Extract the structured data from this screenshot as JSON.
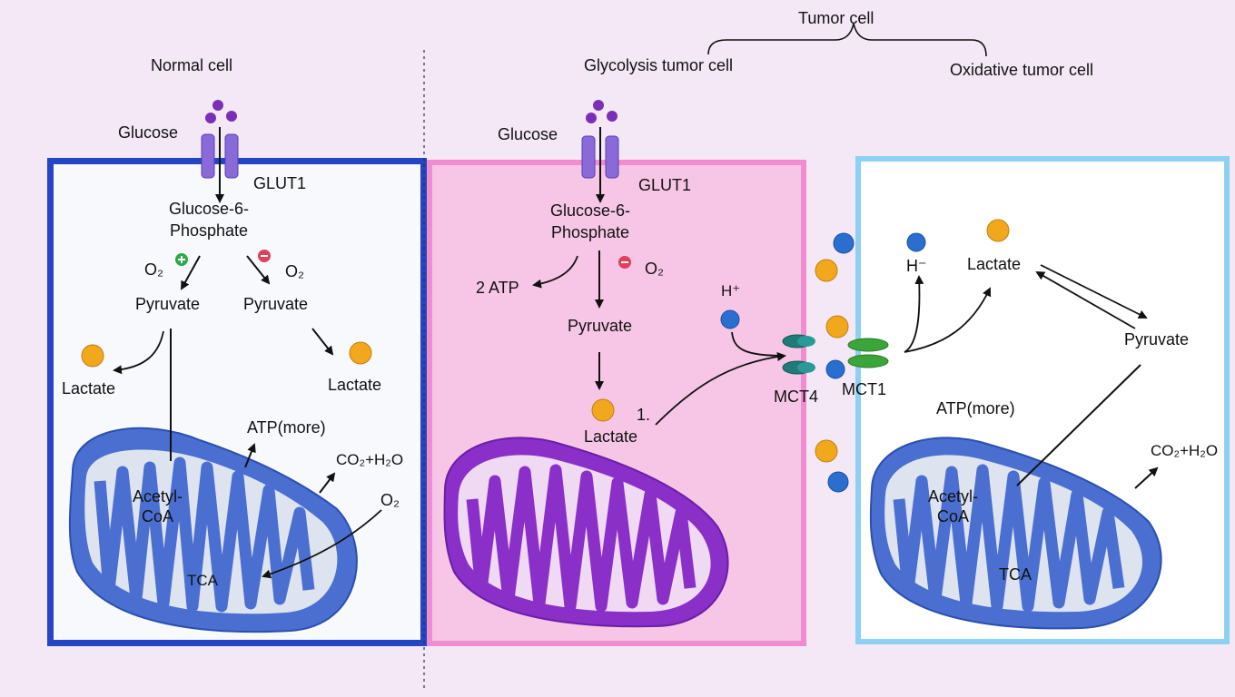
{
  "titles": {
    "tumor_cell": "Tumor cell",
    "normal_cell": "Normal cell",
    "glycolysis_tumor_cell": "Glycolysis tumor cell",
    "oxidative_tumor_cell": "Oxidative tumor cell"
  },
  "normal": {
    "glucose": "Glucose",
    "glut1": "GLUT1",
    "g6p_line1": "Glucose-6-",
    "g6p_line2": "Phosphate",
    "o2_left": "O₂",
    "o2_right": "O₂",
    "pyruvate_left": "Pyruvate",
    "pyruvate_right": "Pyruvate",
    "lactate_left": "Lactate",
    "lactate_right": "Lactate",
    "atp_more": "ATP(more)",
    "co2_h2o": "CO₂+H₂O",
    "o2_mito": "O₂",
    "acetyl_line1": "Acetyl-",
    "acetyl_line2": "CoA",
    "tca": "TCA"
  },
  "glycolysis": {
    "glucose": "Glucose",
    "glut1": "GLUT1",
    "g6p_line1": "Glucose-6-",
    "g6p_line2": "Phosphate",
    "atp2": "2 ATP",
    "o2": "O₂",
    "pyruvate": "Pyruvate",
    "lactate": "Lactate",
    "step": "1."
  },
  "transport": {
    "h_plus_left": "H⁺",
    "mct4": "MCT4",
    "mct1": "MCT1",
    "h_plus_right": "H⁻"
  },
  "oxidative": {
    "lactate": "Lactate",
    "pyruvate": "Pyruvate",
    "atp_more": "ATP(more)",
    "co2_h2o": "CO₂+H₂O",
    "acetyl_line1": "Acetyl-",
    "acetyl_line2": "CoA",
    "tca": "TCA"
  },
  "colors": {
    "normal_border": "#2445c4",
    "glycolysis_border": "#f08ccf",
    "oxidative_border": "#8ed0f2",
    "mito_blue": "#4a6fd0",
    "mito_purple": "#8a2fc8",
    "lactate_dot": "#f2a81d",
    "proton_dot": "#2a6fd0",
    "mct4": "#1f7a78",
    "mct1": "#3aa63a",
    "glut": "#8a6ad8"
  }
}
